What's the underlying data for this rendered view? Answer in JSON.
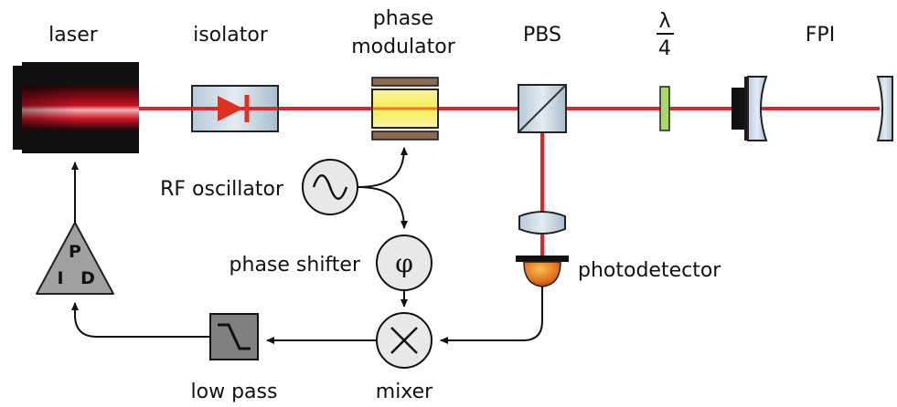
{
  "labels": {
    "laser": "laser",
    "isolator": "isolator",
    "phase_modulator_line1": "phase",
    "phase_modulator_line2": "modulator",
    "pbs": "PBS",
    "quarter_wave_num": "λ",
    "quarter_wave_den": "4",
    "fpi": "FPI",
    "rf_oscillator": "RF oscillator",
    "phase_shifter": "phase shifter",
    "photodetector": "photodetector",
    "mixer": "mixer",
    "low_pass": "low pass",
    "pid_p": "P",
    "pid_i": "I",
    "pid_d": "D",
    "phi_symbol": "φ"
  },
  "colors": {
    "beam": "#e8202a",
    "isolator_arrow": "#e03020",
    "modulator_crystal": "#f5f07a",
    "modulator_plates": "#8a6a50",
    "optic_glass": "#c7d7e2",
    "waveplate": "#a8d86a",
    "pid_fill": "#a0a0a0",
    "lowpass_fill": "#808080",
    "detector": "#d86a20"
  }
}
